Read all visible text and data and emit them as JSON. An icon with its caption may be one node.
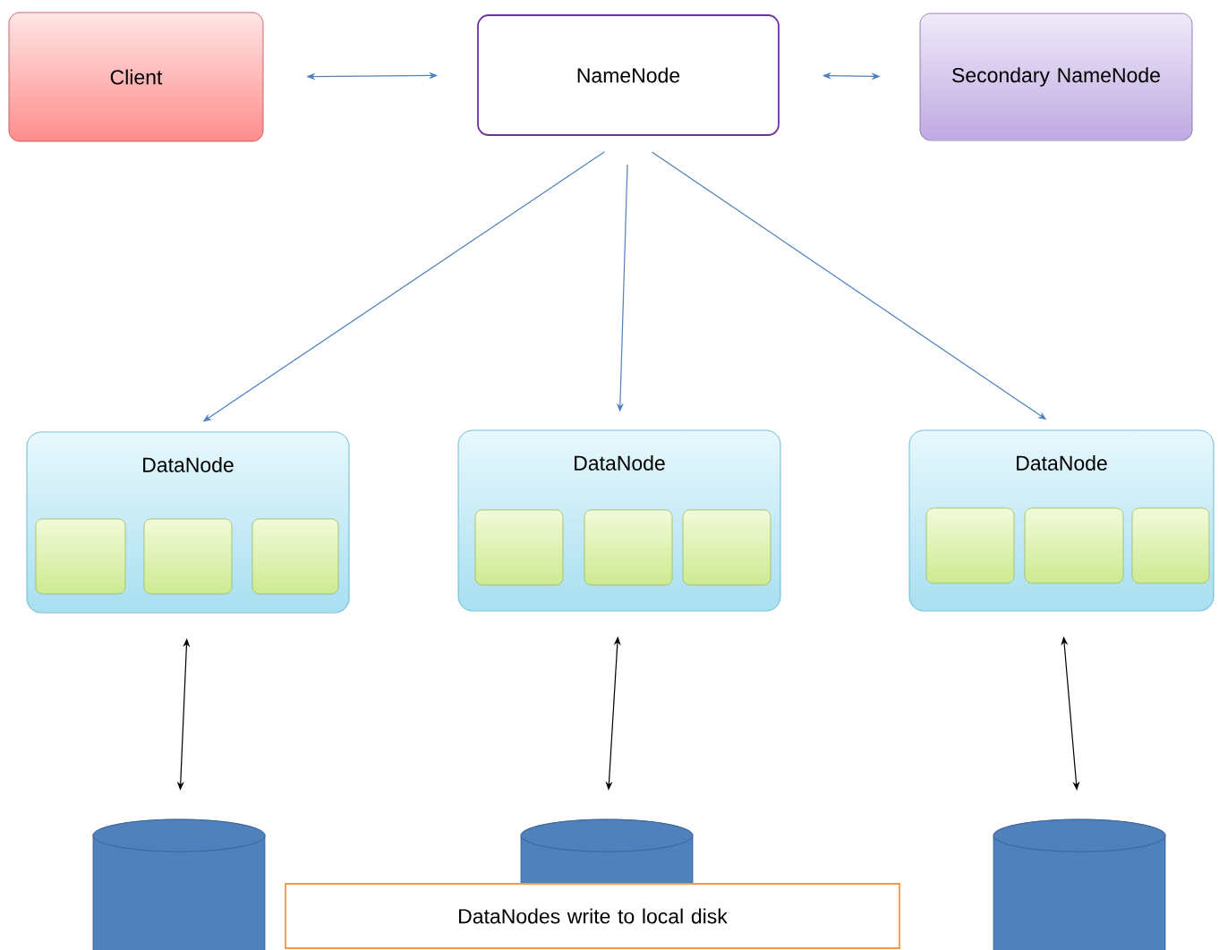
{
  "diagram": {
    "nodes": [
      {
        "text": [
          "Client"
        ]
      },
      {
        "text": [
          "NameNode"
        ]
      },
      {
        "text": [
          "Secondary NameNode"
        ]
      },
      {
        "text": [
          "DataNode"
        ]
      },
      {
        "text": [],
        "shape": "box",
        "in": 3
      },
      {
        "text": [],
        "shape": "box",
        "in": 3
      },
      {
        "text": [],
        "shape": "box",
        "in": 3
      },
      {
        "text": [
          "DataNode"
        ]
      },
      {
        "text": [],
        "shape": "box",
        "in": 7
      },
      {
        "text": [],
        "shape": "box",
        "in": 7
      },
      {
        "text": [],
        "shape": "box",
        "in": 7
      },
      {
        "text": [
          "DataNode"
        ]
      },
      {
        "text": [],
        "shape": "box",
        "in": 11
      },
      {
        "text": [],
        "shape": "box",
        "in": 11
      },
      {
        "text": [],
        "shape": "box",
        "in": 11
      },
      {
        "text": [],
        "shape": "cylinder"
      },
      {
        "text": [],
        "shape": "cylinder"
      },
      {
        "text": [],
        "shape": "cylinder"
      },
      {
        "text": [
          "DataNodes write to local disk"
        ]
      }
    ],
    "edges": [
      {
        "from": 0,
        "to": 1,
        "arrow": "both"
      },
      {
        "from": 1,
        "to": 2,
        "arrow": "both"
      },
      {
        "from": 1,
        "to": 3,
        "arrow": "to"
      },
      {
        "from": 1,
        "to": 7,
        "arrow": "to"
      },
      {
        "from": 1,
        "to": 11,
        "arrow": "to"
      },
      {
        "from": 3,
        "to": 15,
        "arrow": "both",
        "color": "#000000"
      },
      {
        "from": 7,
        "to": 16,
        "arrow": "both",
        "color": "#000000"
      },
      {
        "from": 11,
        "to": 17,
        "arrow": "both",
        "color": "#000000"
      }
    ]
  }
}
